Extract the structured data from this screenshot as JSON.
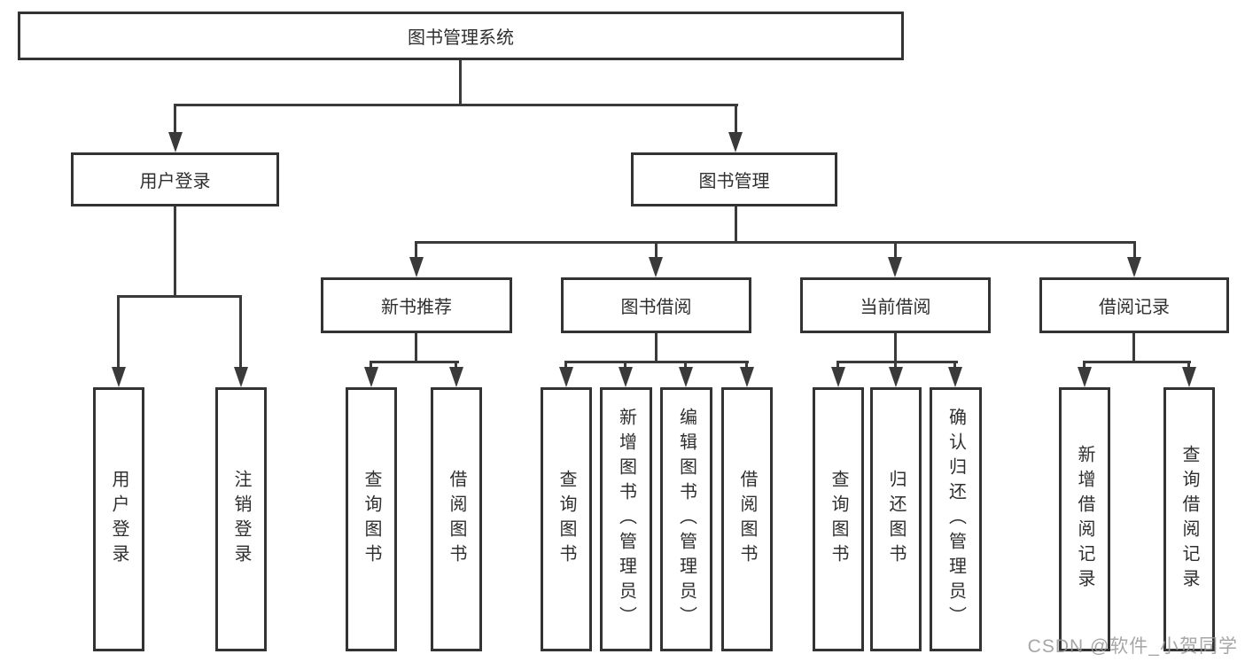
{
  "diagram": {
    "root": {
      "label": "图书管理系统",
      "children": [
        {
          "label": "用户登录",
          "children": [
            {
              "label": "用户登录"
            },
            {
              "label": "注销登录"
            }
          ]
        },
        {
          "label": "图书管理",
          "children": [
            {
              "label": "新书推荐",
              "children": [
                {
                  "label": "查询图书"
                },
                {
                  "label": "借阅图书"
                }
              ]
            },
            {
              "label": "图书借阅",
              "children": [
                {
                  "label": "查询图书"
                },
                {
                  "label": "新增图书（管理员）"
                },
                {
                  "label": "编辑图书（管理员）"
                },
                {
                  "label": "借阅图书"
                }
              ]
            },
            {
              "label": "当前借阅",
              "children": [
                {
                  "label": "查询图书"
                },
                {
                  "label": "归还图书"
                },
                {
                  "label": "确认归还（管理员）"
                }
              ]
            },
            {
              "label": "借阅记录",
              "children": [
                {
                  "label": "新增借阅记录"
                },
                {
                  "label": "查询借阅记录"
                }
              ]
            }
          ]
        }
      ]
    },
    "watermark": "CSDN @软件_小贺同学",
    "colors": {
      "box_border": "#333333",
      "connector_line": "#3a3a3a",
      "background": "#ffffff",
      "watermark_text": "#969696"
    }
  }
}
